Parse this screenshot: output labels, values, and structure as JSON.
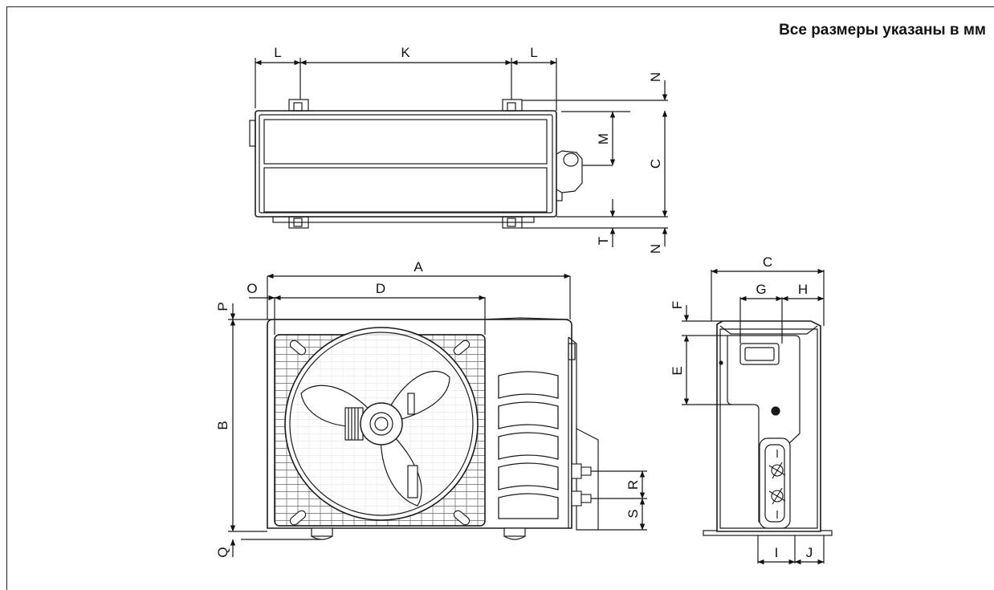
{
  "caption": "Все размеры указаны в мм",
  "dimension_labels": {
    "A": "A",
    "B": "B",
    "C": "C",
    "D": "D",
    "E": "E",
    "F": "F",
    "G": "G",
    "H": "H",
    "I": "I",
    "J": "J",
    "K": "K",
    "L": "L",
    "M": "M",
    "N": "N",
    "O": "O",
    "P": "P",
    "Q": "Q",
    "R": "R",
    "S": "S",
    "T": "T"
  },
  "colors": {
    "line": "#1a1a1a",
    "fill_light": "#f4f4f4",
    "background": "#ffffff"
  }
}
